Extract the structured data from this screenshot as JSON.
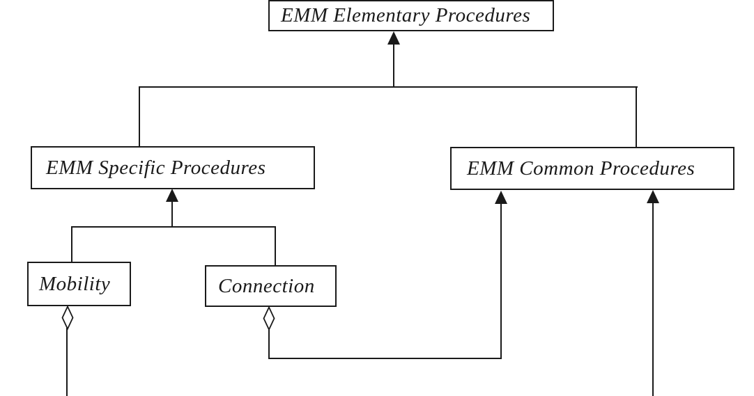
{
  "diagram": {
    "type": "hierarchy-block-diagram",
    "background_color": "#ffffff",
    "line_color": "#1a1a1a",
    "box_fill": "#ffffff",
    "text_style": "italic serif",
    "nodes": {
      "elementary": {
        "label": "EMM Elementary Procedures"
      },
      "specific": {
        "label": "EMM Specific Procedures"
      },
      "common": {
        "label": "EMM Common Procedures"
      },
      "mobility": {
        "label": "Mobility"
      },
      "connection": {
        "label": "Connection"
      }
    },
    "edges": [
      {
        "from": "EMM Specific Procedures",
        "to": "EMM Elementary Procedures",
        "marker": "filled-triangle-arrow"
      },
      {
        "from": "EMM Common Procedures",
        "to": "EMM Elementary Procedures",
        "marker": "filled-triangle-arrow"
      },
      {
        "from": "Mobility",
        "to": "EMM Specific Procedures",
        "marker": "filled-triangle-arrow"
      },
      {
        "from": "Connection",
        "to": "EMM Specific Procedures",
        "marker": "filled-triangle-arrow"
      },
      {
        "from": "Connection",
        "to": "EMM Common Procedures",
        "marker": "filled-triangle-arrow",
        "source_decoration": "hollow-aggregation-diamond"
      },
      {
        "from": "off-screen-bottom",
        "to": "EMM Common Procedures",
        "marker": "filled-triangle-arrow"
      },
      {
        "from": "Mobility",
        "to": "off-screen-bottom",
        "marker": "none",
        "source_decoration": "hollow-aggregation-diamond"
      }
    ]
  }
}
